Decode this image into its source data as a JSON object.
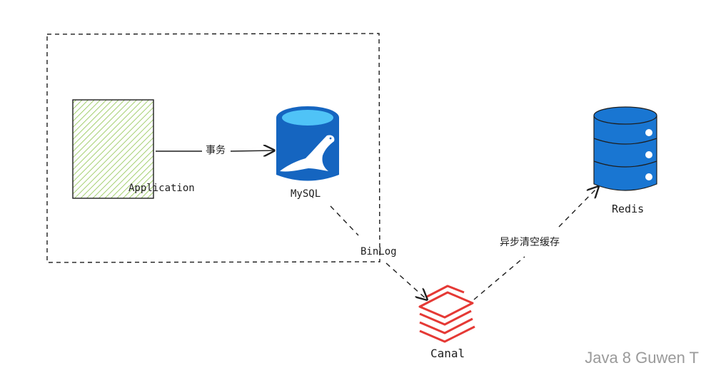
{
  "diagram": {
    "nodes": {
      "application": {
        "label": "Application",
        "fill_color": "#8bc34a"
      },
      "mysql": {
        "label": "MySQL",
        "color": "#1565c0"
      },
      "canal": {
        "label": "Canal",
        "color": "#e53935"
      },
      "redis": {
        "label": "Redis",
        "color": "#1976d2"
      }
    },
    "edges": {
      "app_to_mysql": {
        "label": "事务"
      },
      "mysql_to_canal": {
        "label": "BinLog"
      },
      "canal_to_redis": {
        "label": "异步清空缓存"
      }
    }
  },
  "watermark": "Java 8 Guwen T"
}
